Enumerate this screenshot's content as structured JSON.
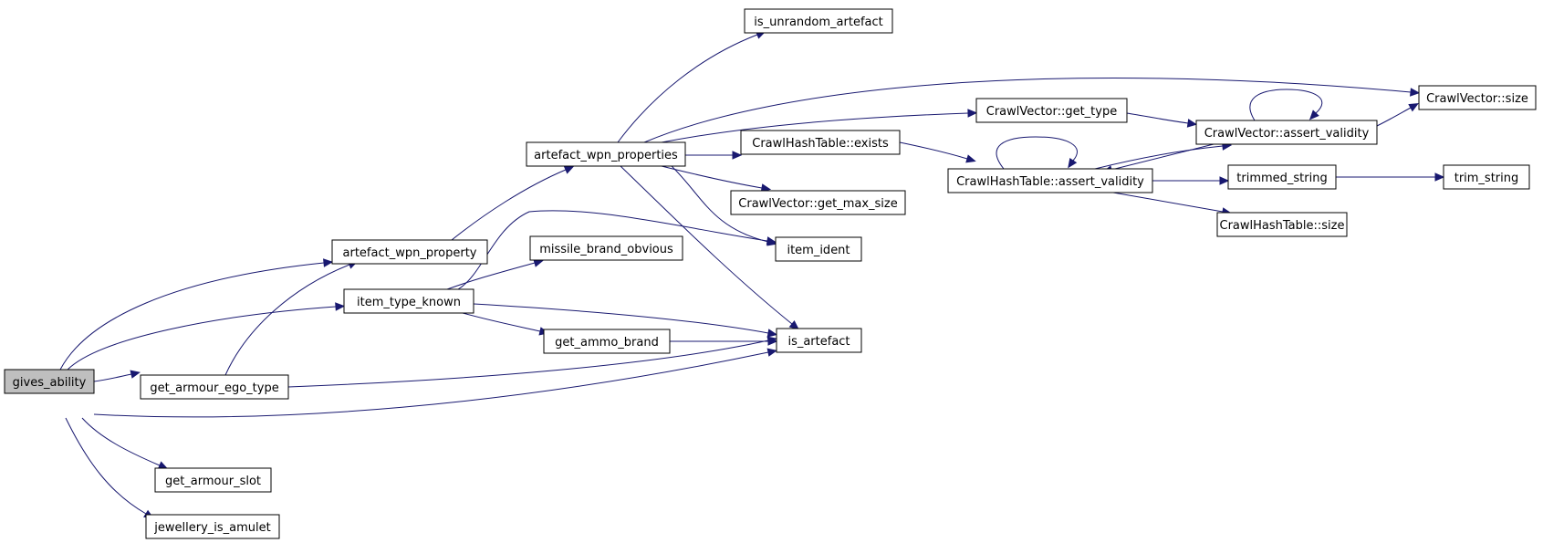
{
  "graph": {
    "edge_color": "#191970",
    "root_fill": "#bfbfbf",
    "nodes": [
      {
        "id": "gives_ability",
        "label": "gives_ability",
        "root": true
      },
      {
        "id": "artefact_wpn_property",
        "label": "artefact_wpn_property"
      },
      {
        "id": "item_type_known",
        "label": "item_type_known"
      },
      {
        "id": "get_armour_ego_type",
        "label": "get_armour_ego_type"
      },
      {
        "id": "get_armour_slot",
        "label": "get_armour_slot"
      },
      {
        "id": "jewellery_is_amulet",
        "label": "jewellery_is_amulet"
      },
      {
        "id": "artefact_wpn_properties",
        "label": "artefact_wpn_properties"
      },
      {
        "id": "missile_brand_obvious",
        "label": "missile_brand_obvious"
      },
      {
        "id": "get_ammo_brand",
        "label": "get_ammo_brand"
      },
      {
        "id": "is_unrandom_artefact",
        "label": "is_unrandom_artefact"
      },
      {
        "id": "CrawlHashTable_exists",
        "label": "CrawlHashTable::exists"
      },
      {
        "id": "CrawlVector_get_max_size",
        "label": "CrawlVector::get_max_size"
      },
      {
        "id": "item_ident",
        "label": "item_ident"
      },
      {
        "id": "is_artefact",
        "label": "is_artefact"
      },
      {
        "id": "CrawlVector_get_type",
        "label": "CrawlVector::get_type"
      },
      {
        "id": "CrawlHashTable_assert_validity",
        "label": "CrawlHashTable::assert_validity"
      },
      {
        "id": "CrawlVector_assert_validity",
        "label": "CrawlVector::assert_validity"
      },
      {
        "id": "CrawlVector_size",
        "label": "CrawlVector::size"
      },
      {
        "id": "trimmed_string",
        "label": "trimmed_string"
      },
      {
        "id": "CrawlHashTable_size",
        "label": "CrawlHashTable::size"
      },
      {
        "id": "trim_string",
        "label": "trim_string"
      }
    ],
    "edges": [
      {
        "from": "gives_ability",
        "to": "artefact_wpn_property"
      },
      {
        "from": "gives_ability",
        "to": "item_type_known"
      },
      {
        "from": "gives_ability",
        "to": "get_armour_ego_type"
      },
      {
        "from": "gives_ability",
        "to": "is_artefact"
      },
      {
        "from": "gives_ability",
        "to": "get_armour_slot"
      },
      {
        "from": "gives_ability",
        "to": "jewellery_is_amulet"
      },
      {
        "from": "artefact_wpn_property",
        "to": "artefact_wpn_properties"
      },
      {
        "from": "artefact_wpn_properties",
        "to": "is_unrandom_artefact"
      },
      {
        "from": "artefact_wpn_properties",
        "to": "CrawlVector_size"
      },
      {
        "from": "artefact_wpn_properties",
        "to": "CrawlVector_get_type"
      },
      {
        "from": "artefact_wpn_properties",
        "to": "CrawlHashTable_exists"
      },
      {
        "from": "artefact_wpn_properties",
        "to": "CrawlVector_get_max_size"
      },
      {
        "from": "artefact_wpn_properties",
        "to": "item_ident"
      },
      {
        "from": "artefact_wpn_properties",
        "to": "is_artefact"
      },
      {
        "from": "item_type_known",
        "to": "missile_brand_obvious"
      },
      {
        "from": "item_type_known",
        "to": "item_ident"
      },
      {
        "from": "item_type_known",
        "to": "get_ammo_brand"
      },
      {
        "from": "item_type_known",
        "to": "is_artefact"
      },
      {
        "from": "get_armour_ego_type",
        "to": "artefact_wpn_property"
      },
      {
        "from": "get_armour_ego_type",
        "to": "is_artefact"
      },
      {
        "from": "get_ammo_brand",
        "to": "is_artefact"
      },
      {
        "from": "CrawlHashTable_exists",
        "to": "CrawlHashTable_assert_validity"
      },
      {
        "from": "CrawlHashTable_assert_validity",
        "to": "CrawlHashTable_assert_validity"
      },
      {
        "from": "CrawlHashTable_assert_validity",
        "to": "CrawlVector_assert_validity"
      },
      {
        "from": "CrawlHashTable_assert_validity",
        "to": "trimmed_string"
      },
      {
        "from": "CrawlHashTable_assert_validity",
        "to": "CrawlHashTable_size"
      },
      {
        "from": "CrawlVector_get_type",
        "to": "CrawlVector_assert_validity"
      },
      {
        "from": "CrawlVector_assert_validity",
        "to": "CrawlVector_assert_validity"
      },
      {
        "from": "CrawlVector_assert_validity",
        "to": "CrawlHashTable_assert_validity"
      },
      {
        "from": "CrawlVector_assert_validity",
        "to": "CrawlVector_size"
      },
      {
        "from": "trimmed_string",
        "to": "trim_string"
      }
    ]
  }
}
